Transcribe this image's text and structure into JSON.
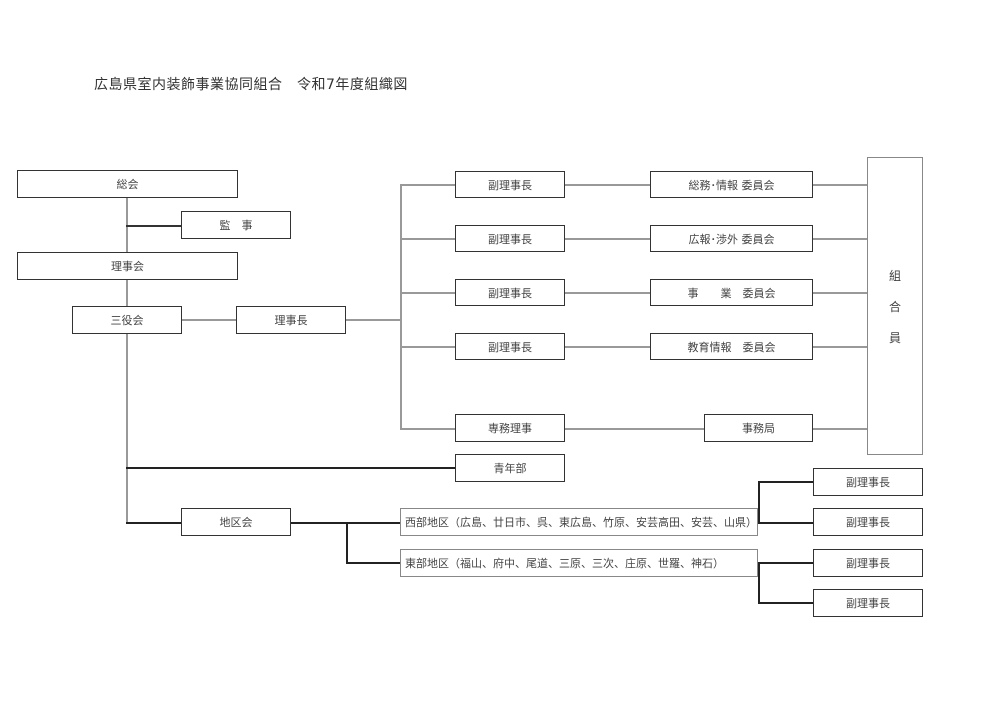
{
  "title": "広島県室内装飾事業協同組合　令和7年度組織図",
  "nodes": {
    "general_assembly": "総会",
    "auditor": "監　事",
    "board": "理事会",
    "executive_committee": "三役会",
    "chairman": "理事長",
    "vice_chairs": [
      "副理事長",
      "副理事長",
      "副理事長",
      "副理事長"
    ],
    "committees": [
      "総務･情報 委員会",
      "広報･渉外 委員会",
      "事　　業　委員会",
      "教育情報　委員会"
    ],
    "executive_director": "専務理事",
    "secretariat": "事務局",
    "members": [
      "組",
      "合",
      "員"
    ],
    "youth_division": "青年部",
    "district_council": "地区会",
    "west_district": "西部地区（広島、廿日市、呉、東広島、竹原、安芸高田、安芸、山県）",
    "east_district": "東部地区（福山、府中、尾道、三原、三次、庄原、世羅、神石）",
    "district_vice_chairs": [
      "副理事長",
      "副理事長",
      "副理事長",
      "副理事長"
    ]
  }
}
